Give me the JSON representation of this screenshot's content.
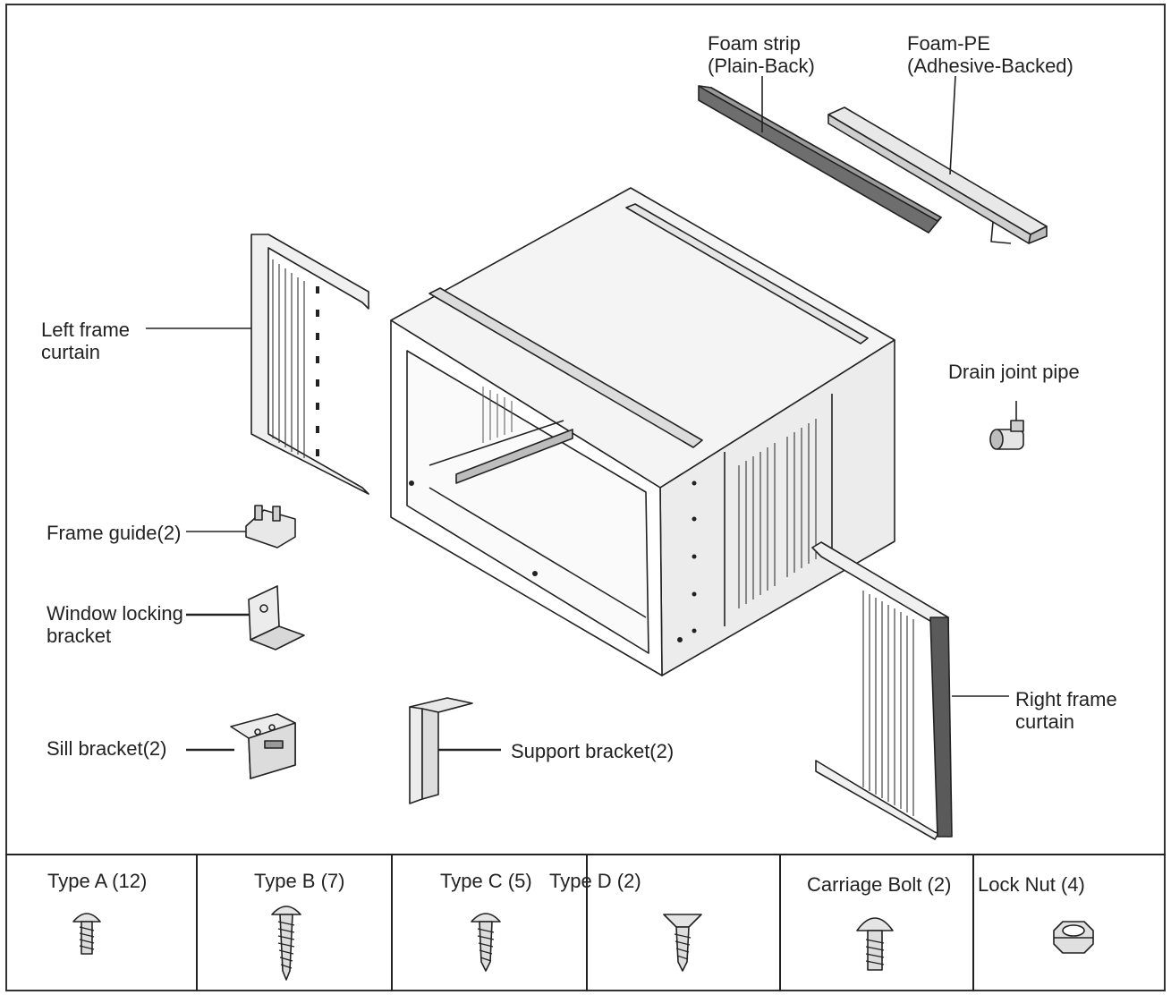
{
  "labels": {
    "foam_strip": [
      "Foam strip",
      "(Plain-Back)"
    ],
    "foam_pe": [
      "Foam-PE",
      "(Adhesive-Backed)"
    ],
    "left_frame": [
      "Left frame",
      "curtain"
    ],
    "drain_joint": "Drain joint pipe",
    "frame_guide": "Frame guide(2)",
    "window_locking": [
      "Window locking",
      "bracket"
    ],
    "sill_bracket": "Sill bracket(2)",
    "support_bracket": "Support bracket(2)",
    "right_frame": [
      "Right frame",
      "curtain"
    ]
  },
  "screws": [
    {
      "label": "Type A (12)",
      "icon": "pan-head-screw-short-icon"
    },
    {
      "label": "Type B (7)",
      "icon": "pan-head-screw-long-icon"
    },
    {
      "label": "Type C (5)",
      "icon": "pan-head-screw-medium-icon"
    },
    {
      "label": "Type D (2)",
      "icon": "countersunk-screw-icon"
    },
    {
      "label": "Carriage Bolt  (2)",
      "icon": "carriage-bolt-icon"
    },
    {
      "label": "Lock Nut  (4)",
      "icon": "lock-nut-icon"
    }
  ]
}
